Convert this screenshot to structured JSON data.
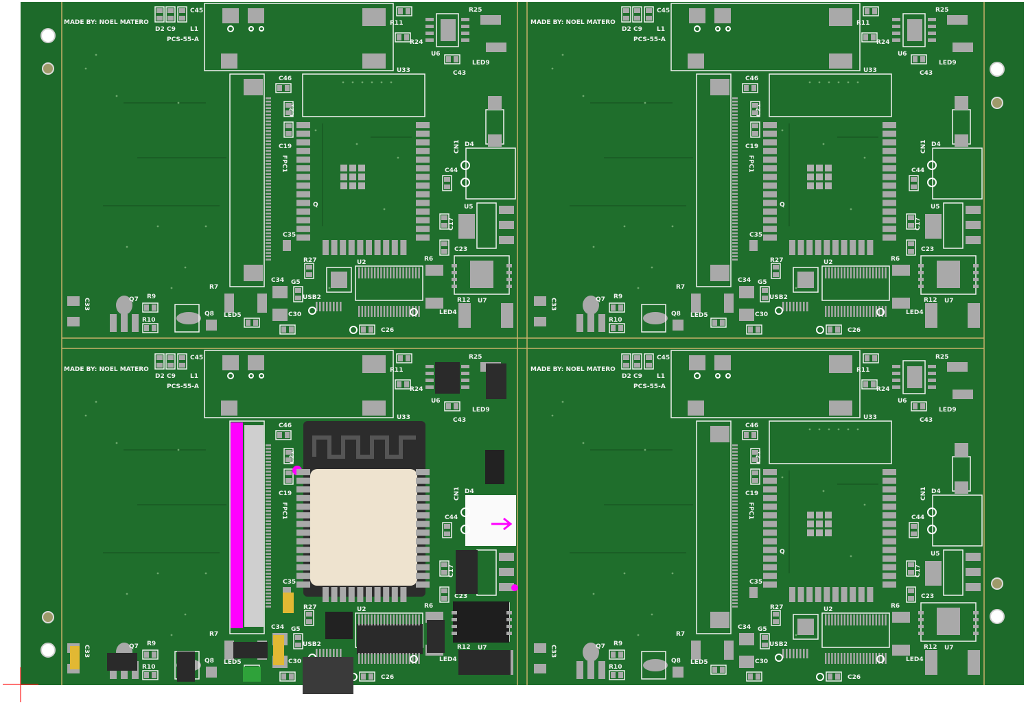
{
  "colors": {
    "board": "#1f6e2c",
    "board_dark": "#175722",
    "pad": "#a9a9a9",
    "silk": "#f2f2f2",
    "outline": "#c8b06a",
    "highlight": "#ff00ff",
    "module_body": "#eee3cf",
    "chip": "#2a2a2a",
    "cursor": "#ff2020"
  },
  "board": {
    "credit": "MADE BY: NOEL MATERO",
    "connector_label": "PCS-55-A"
  },
  "panels": [
    {
      "id": "top-left",
      "state": "unpopulated"
    },
    {
      "id": "top-right",
      "state": "unpopulated"
    },
    {
      "id": "bottom-left",
      "state": "populated-3d"
    },
    {
      "id": "bottom-right",
      "state": "unpopulated"
    }
  ],
  "designators": {
    "c45": "C45",
    "d2": "D2",
    "c9": "C9",
    "l1": "L1",
    "r11": "R11",
    "r25": "R25",
    "r24": "R24",
    "u6": "U6",
    "c43": "C43",
    "led9": "LED9",
    "u33": "U33",
    "c46": "C46",
    "c21": "C21",
    "c19": "C19",
    "fpc1": "FPC1",
    "cn1": "CN1",
    "d4": "D4",
    "c44": "C44",
    "u5": "U5",
    "c17": "C17",
    "c23": "C23",
    "c35": "C35",
    "r27": "R27",
    "u2": "U2",
    "r6": "R6",
    "r7": "R7",
    "c34": "C34",
    "g5": "G5",
    "usb2": "USB2",
    "r12": "R12",
    "u7": "U7",
    "c33": "C33",
    "q7": "Q7",
    "r9": "R9",
    "r10": "R10",
    "q8": "Q8",
    "led5": "LED5",
    "c30": "C30",
    "c26": "C26",
    "led4": "LED4",
    "q_mark": "Q"
  },
  "icons": {
    "cursor": "crosshair-cursor-icon",
    "mount_hole": "mounting-hole-icon",
    "arrow": "polarity-arrow-icon"
  }
}
